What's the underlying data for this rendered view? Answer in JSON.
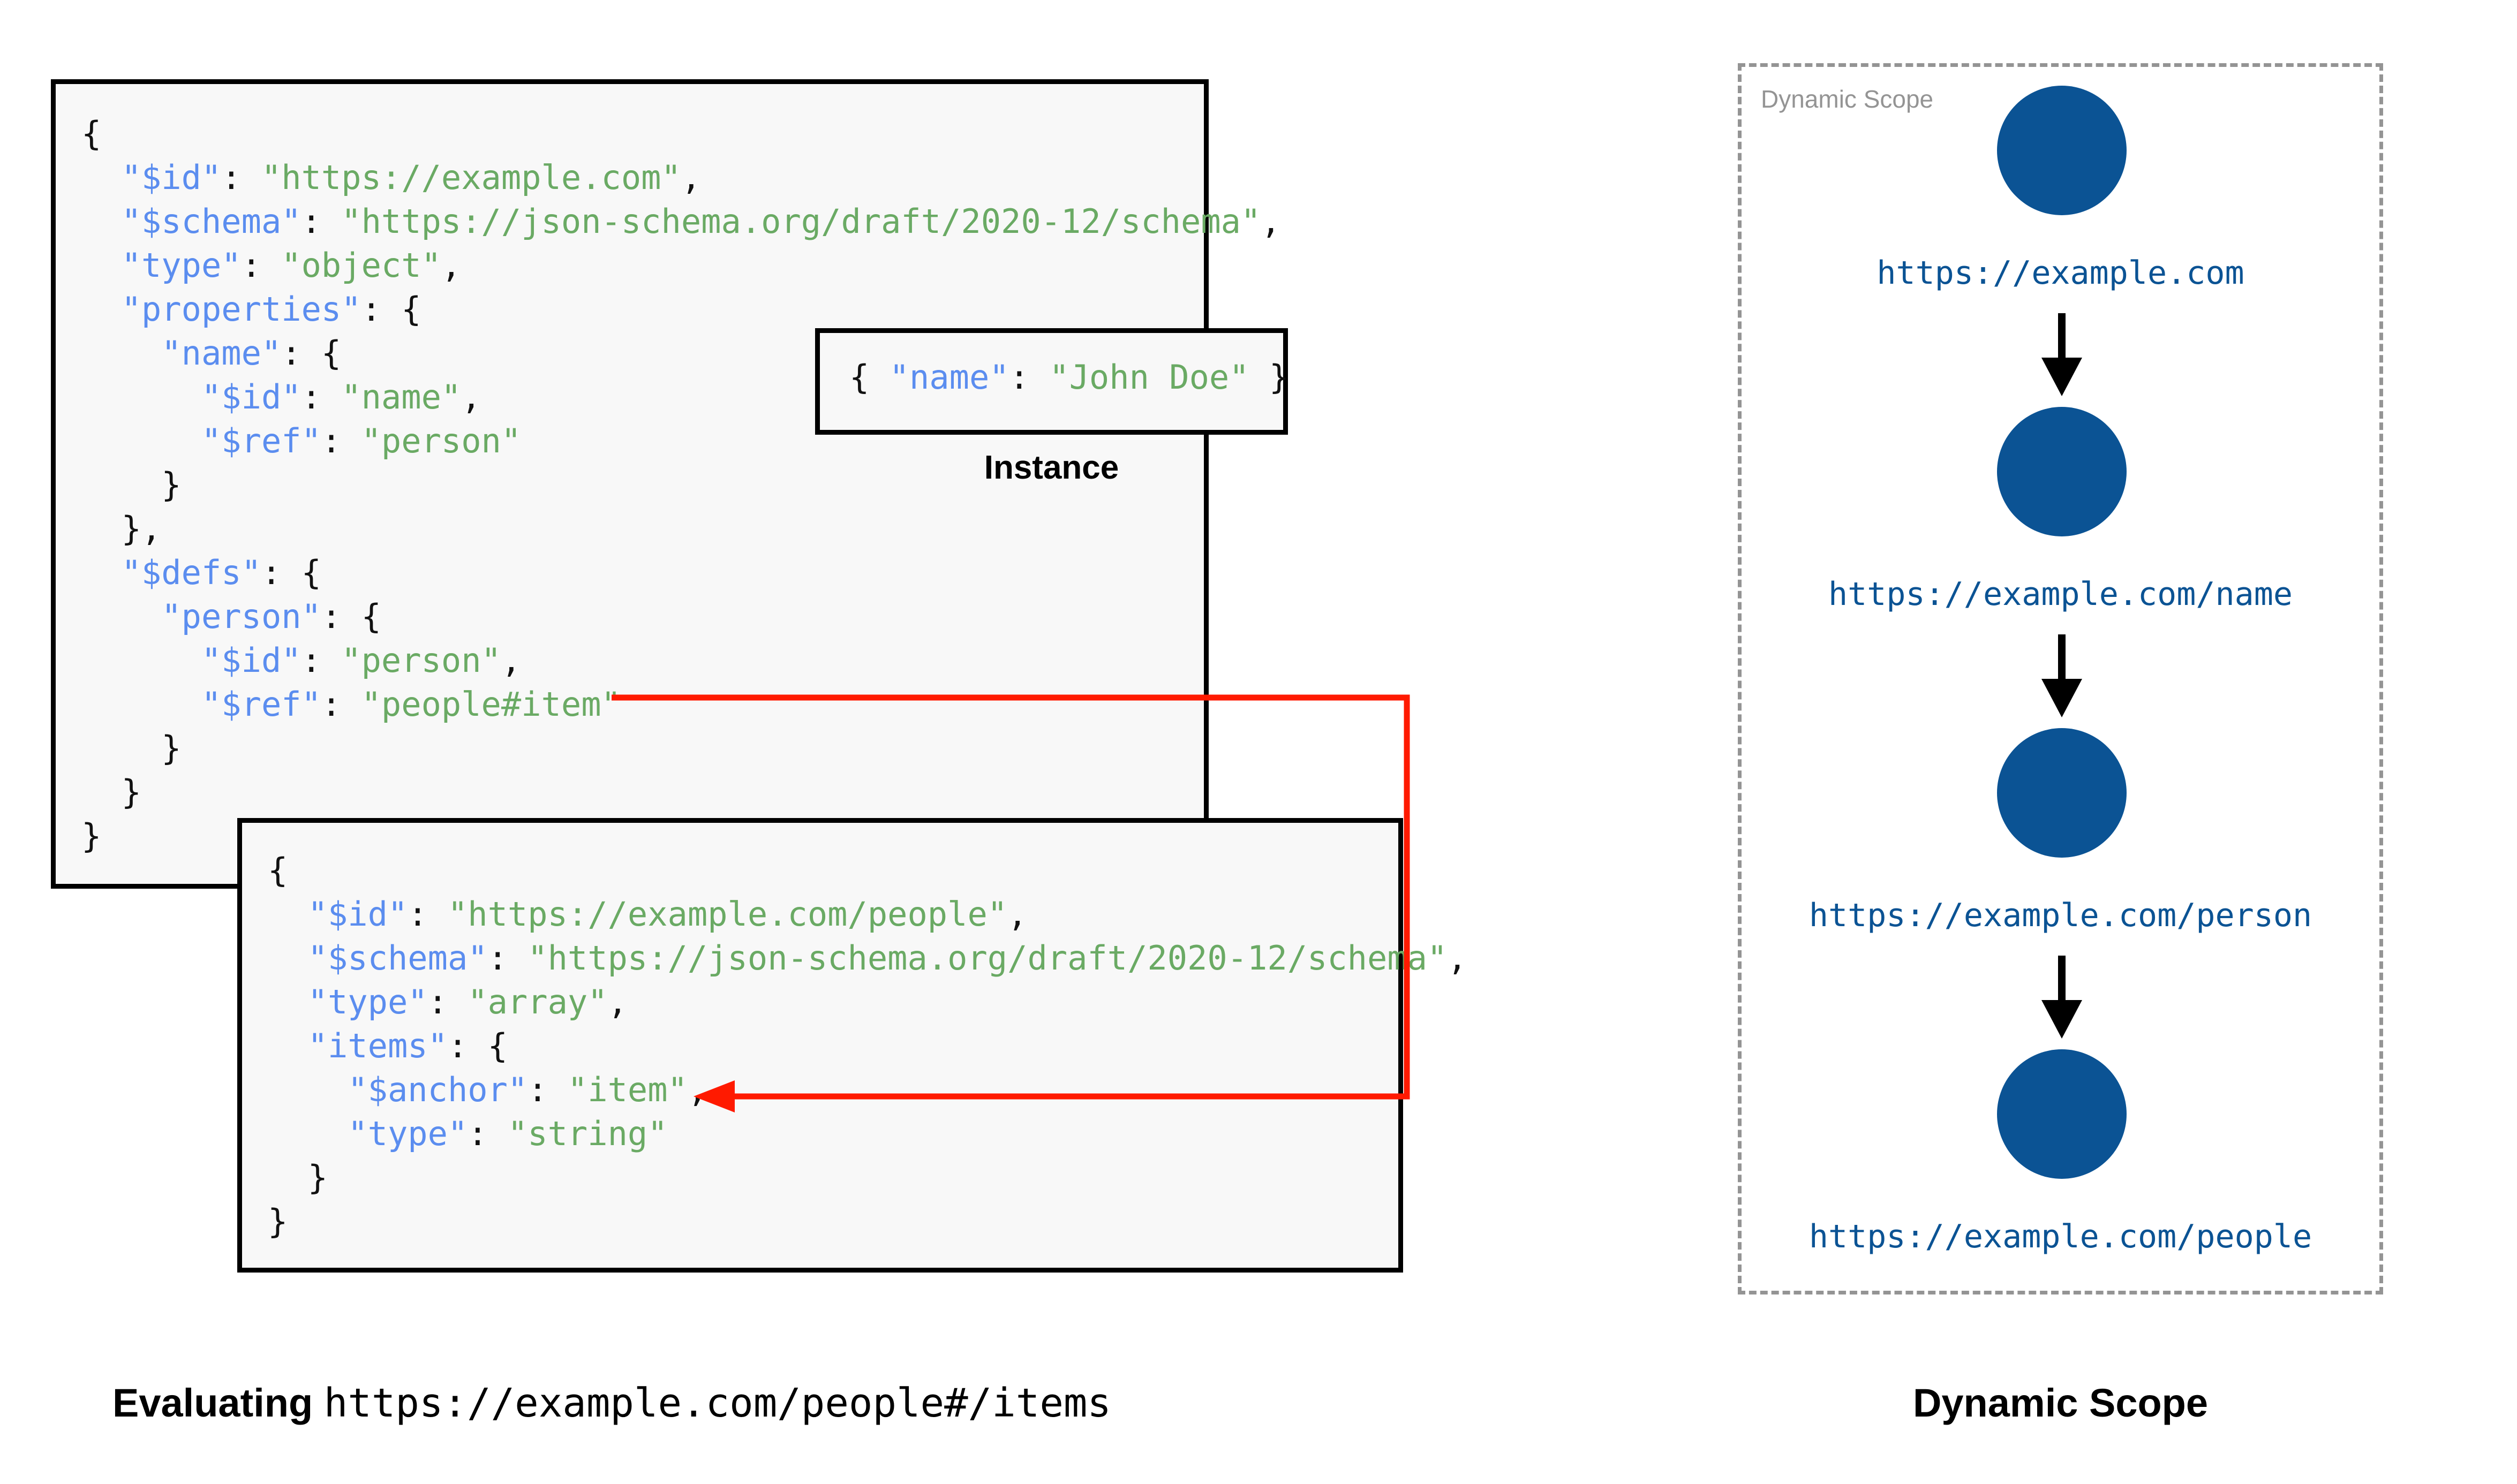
{
  "schema_root": {
    "lines": [
      [
        {
          "t": "{",
          "c": "p"
        }
      ],
      [
        {
          "t": "  ",
          "c": "p"
        },
        {
          "t": "\"$id\"",
          "c": "k"
        },
        {
          "t": ": ",
          "c": "p"
        },
        {
          "t": "\"https://example.com\"",
          "c": "s"
        },
        {
          "t": ",",
          "c": "p"
        }
      ],
      [
        {
          "t": "  ",
          "c": "p"
        },
        {
          "t": "\"$schema\"",
          "c": "k"
        },
        {
          "t": ": ",
          "c": "p"
        },
        {
          "t": "\"https://json-schema.org/draft/2020-12/schema\"",
          "c": "s"
        },
        {
          "t": ",",
          "c": "p"
        }
      ],
      [
        {
          "t": "  ",
          "c": "p"
        },
        {
          "t": "\"type\"",
          "c": "k"
        },
        {
          "t": ": ",
          "c": "p"
        },
        {
          "t": "\"object\"",
          "c": "s"
        },
        {
          "t": ",",
          "c": "p"
        }
      ],
      [
        {
          "t": "  ",
          "c": "p"
        },
        {
          "t": "\"properties\"",
          "c": "k"
        },
        {
          "t": ": {",
          "c": "p"
        }
      ],
      [
        {
          "t": "    ",
          "c": "p"
        },
        {
          "t": "\"name\"",
          "c": "k"
        },
        {
          "t": ": {",
          "c": "p"
        }
      ],
      [
        {
          "t": "      ",
          "c": "p"
        },
        {
          "t": "\"$id\"",
          "c": "k"
        },
        {
          "t": ": ",
          "c": "p"
        },
        {
          "t": "\"name\"",
          "c": "s"
        },
        {
          "t": ",",
          "c": "p"
        }
      ],
      [
        {
          "t": "      ",
          "c": "p"
        },
        {
          "t": "\"$ref\"",
          "c": "k"
        },
        {
          "t": ": ",
          "c": "p"
        },
        {
          "t": "\"person\"",
          "c": "s"
        }
      ],
      [
        {
          "t": "    }",
          "c": "p"
        }
      ],
      [
        {
          "t": "  },",
          "c": "p"
        }
      ],
      [
        {
          "t": "  ",
          "c": "p"
        },
        {
          "t": "\"$defs\"",
          "c": "k"
        },
        {
          "t": ": {",
          "c": "p"
        }
      ],
      [
        {
          "t": "    ",
          "c": "p"
        },
        {
          "t": "\"person\"",
          "c": "k"
        },
        {
          "t": ": {",
          "c": "p"
        }
      ],
      [
        {
          "t": "      ",
          "c": "p"
        },
        {
          "t": "\"$id\"",
          "c": "k"
        },
        {
          "t": ": ",
          "c": "p"
        },
        {
          "t": "\"person\"",
          "c": "s"
        },
        {
          "t": ",",
          "c": "p"
        }
      ],
      [
        {
          "t": "      ",
          "c": "p"
        },
        {
          "t": "\"$ref\"",
          "c": "k"
        },
        {
          "t": ": ",
          "c": "p"
        },
        {
          "t": "\"people#item\"",
          "c": "s"
        }
      ],
      [
        {
          "t": "    }",
          "c": "p"
        }
      ],
      [
        {
          "t": "  }",
          "c": "p"
        }
      ],
      [
        {
          "t": "}",
          "c": "p"
        }
      ]
    ]
  },
  "instance": {
    "caption": "Instance",
    "lines": [
      [
        {
          "t": "{ ",
          "c": "p"
        },
        {
          "t": "\"name\"",
          "c": "k"
        },
        {
          "t": ": ",
          "c": "p"
        },
        {
          "t": "\"John Doe\"",
          "c": "s"
        },
        {
          "t": " }",
          "c": "p"
        }
      ]
    ]
  },
  "schema_people": {
    "lines": [
      [
        {
          "t": "{",
          "c": "p"
        }
      ],
      [
        {
          "t": "  ",
          "c": "p"
        },
        {
          "t": "\"$id\"",
          "c": "k"
        },
        {
          "t": ": ",
          "c": "p"
        },
        {
          "t": "\"https://example.com/people\"",
          "c": "s"
        },
        {
          "t": ",",
          "c": "p"
        }
      ],
      [
        {
          "t": "  ",
          "c": "p"
        },
        {
          "t": "\"$schema\"",
          "c": "k"
        },
        {
          "t": ": ",
          "c": "p"
        },
        {
          "t": "\"https://json-schema.org/draft/2020-12/schema\"",
          "c": "s"
        },
        {
          "t": ",",
          "c": "p"
        }
      ],
      [
        {
          "t": "  ",
          "c": "p"
        },
        {
          "t": "\"type\"",
          "c": "k"
        },
        {
          "t": ": ",
          "c": "p"
        },
        {
          "t": "\"array\"",
          "c": "s"
        },
        {
          "t": ",",
          "c": "p"
        }
      ],
      [
        {
          "t": "  ",
          "c": "p"
        },
        {
          "t": "\"items\"",
          "c": "k"
        },
        {
          "t": ": {",
          "c": "p"
        }
      ],
      [
        {
          "t": "    ",
          "c": "p"
        },
        {
          "t": "\"$anchor\"",
          "c": "k"
        },
        {
          "t": ": ",
          "c": "p"
        },
        {
          "t": "\"item\"",
          "c": "s"
        },
        {
          "t": ",",
          "c": "p"
        }
      ],
      [
        {
          "t": "    ",
          "c": "p"
        },
        {
          "t": "\"type\"",
          "c": "k"
        },
        {
          "t": ": ",
          "c": "p"
        },
        {
          "t": "\"string\"",
          "c": "s"
        }
      ],
      [
        {
          "t": "  }",
          "c": "p"
        }
      ],
      [
        {
          "t": "}",
          "c": "p"
        }
      ]
    ]
  },
  "caption_left": {
    "bold_part": "Evaluating",
    "mono_part": "https://example.com/people#/items"
  },
  "scope": {
    "inner_label": "Dynamic Scope",
    "caption": "Dynamic Scope",
    "nodes": [
      {
        "label": "https://example.com"
      },
      {
        "label": "https://example.com/name"
      },
      {
        "label": "https://example.com/person"
      },
      {
        "label": "https://example.com/people"
      }
    ]
  },
  "colors": {
    "node_blue": "#0B5394",
    "key_blue": "#5B8DEF",
    "string_green": "#6AAA64",
    "ref_arrow_red": "#FF1A00",
    "scope_border_gray": "#949494",
    "code_background": "#F8F8F8"
  }
}
